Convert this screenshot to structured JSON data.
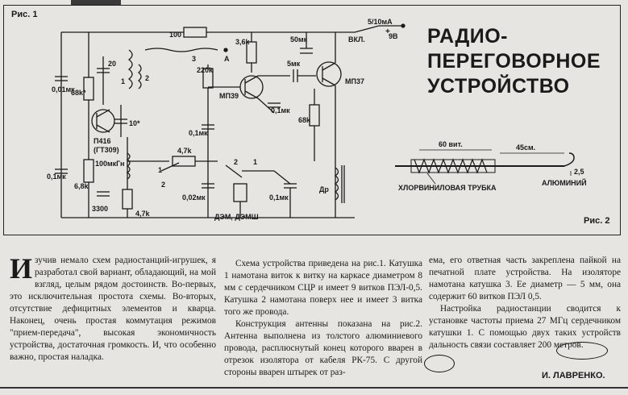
{
  "figure1": {
    "label": "Рис. 1",
    "components": {
      "r100": "100",
      "r3_6k": "3,6k",
      "c50mk": "50мк",
      "sw_label": "ВКЛ.",
      "current": "5/10мА",
      "volt": "9В",
      "c20": "20",
      "coil_3": "3",
      "coil_A": "А",
      "coil_1": "1",
      "coil_2": "2",
      "r220k": "220k",
      "c5mk": "5мк",
      "c0_01mk": "0,01мк",
      "r68k_star": "68k*",
      "t_mp39": "МП39",
      "t_mp37": "МП37",
      "c0_1mk_a": "0,1мк",
      "r68k": "68k",
      "c10star": "10*",
      "t_p416": "П416",
      "t_gt309": "(ГТ309)",
      "c0_1mk_b": "0,1мк",
      "r4_7k_a": "4,7k",
      "c0_1mk_c": "0,1мк",
      "l100mkgn": "100мкГн",
      "r6_8k": "6,8k",
      "sw_1": "1",
      "sw_2": "2",
      "c0_02mk": "0,02мк",
      "c0_1mk_d": "0,1мк",
      "dr": "Др",
      "c3300": "3300",
      "r4_7k_b": "4,7k",
      "dem": "ДЭМ, ДЭМШ",
      "relay_2": "2",
      "relay_1": "1",
      "plus": "+"
    }
  },
  "title_lines": [
    "РАДИО-",
    "ПЕРЕГОВОРНОЕ",
    "УСТРОЙСТВО"
  ],
  "figure2": {
    "label": "Рис. 2",
    "turns": "60 вит.",
    "length": "45см.",
    "tube": "ХЛОРВИНИЛОВАЯ ТРУБКА",
    "aluminium": "АЛЮМИНИЙ",
    "dim": "2,5"
  },
  "article": {
    "dropcap": "И",
    "col1": "зучив немало схем радиостанций-игрушек, я разработал свой вариант, обладающий, на мой взгляд, целым рядом достоинств. Во-первых, это исключительная простота схемы. Во-вторых, отсутствие дефицитных элементов и кварца. Наконец, очень простая коммутация режимов \"прием-передача\", высокая экономичность устройства, достаточная громкость. И, что особенно важно, простая наладка.",
    "col2_p1": "Схема устройства приведена на рис.1. Катушка 1 намотана виток к витку на каркасе диаметром 8 мм с сердечником СЦР и имеет 9 витков ПЭЛ-0,5. Катушка 2 намотана поверх нее и имеет 3 витка того же провода.",
    "col2_p2": "Конструкция антенны показана на рис.2. Антенна выполнена из толстого алюминиевого провода, расплюснутый конец которого вварен в отрезок изолятора от кабеля РК-75. С другой стороны вварен штырек от раз-",
    "col3_p1": "ема, его ответная часть закреплена пайкой на печатной плате устройства. На изоляторе намотана катушка 3. Ее диаметр — 5 мм, она содержит 60 витков ПЭЛ 0,5.",
    "col3_p2a": "Настройка радиостанции сводится к установке частоты приема 27 МГц сердечником катушки 1. С помощью двух таких устройств дальность связи составляет ",
    "col3_hl": "200 метров",
    "col3_end": ".",
    "author": "И. ЛАВРЕНКО."
  }
}
